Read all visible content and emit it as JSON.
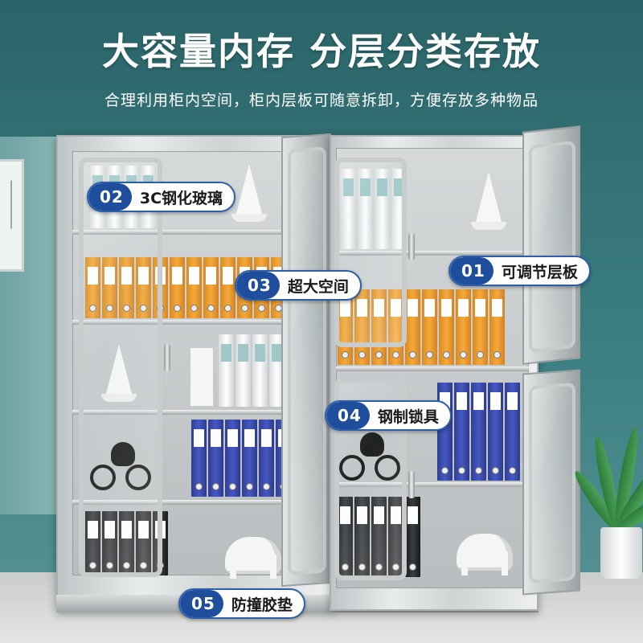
{
  "headline": "大容量内存 分层分类存放",
  "subline": "合理利用柜内空间，柜内层板可随意拆卸，方便存放多种物品",
  "features": [
    {
      "num": "02",
      "label": "3C钢化玻璃"
    },
    {
      "num": "03",
      "label": "超大空间"
    },
    {
      "num": "01",
      "label": "可调节层板"
    },
    {
      "num": "04",
      "label": "钢制锁具"
    },
    {
      "num": "05",
      "label": "防撞胶垫"
    }
  ],
  "colors": {
    "wall": "#2f6f73",
    "tag_blue": "#1f4e9c",
    "binder_orange": "#f5a93b",
    "binder_blue": "#4659c3",
    "steel": "#cfd3d4"
  }
}
